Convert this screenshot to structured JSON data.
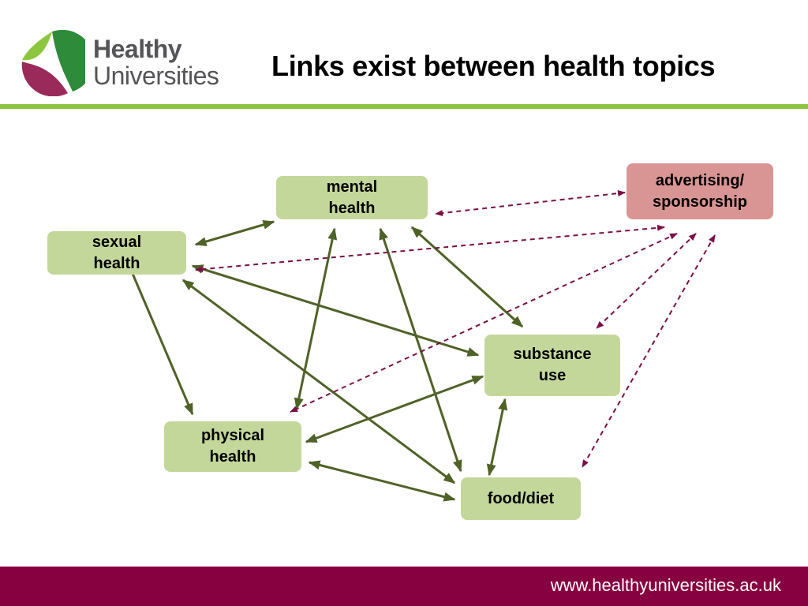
{
  "header": {
    "brand_line1": "Healthy",
    "brand_line2": "Universities",
    "title": "Links exist between health topics",
    "logo_icon": "healthy-universities-leaf-logo"
  },
  "diagram": {
    "nodes": [
      {
        "id": "mental",
        "label": "mental\nhealth",
        "kind": "topic"
      },
      {
        "id": "sexual",
        "label": "sexual\nhealth",
        "kind": "topic"
      },
      {
        "id": "substance",
        "label": "substance\nuse",
        "kind": "topic"
      },
      {
        "id": "physical",
        "label": "physical\nhealth",
        "kind": "topic"
      },
      {
        "id": "food",
        "label": "food/diet",
        "kind": "topic"
      },
      {
        "id": "advertising",
        "label": "advertising/\nsponsorship",
        "kind": "external"
      }
    ],
    "links": [
      {
        "from": "sexual",
        "to": "mental",
        "style": "solid"
      },
      {
        "from": "mental",
        "to": "physical",
        "style": "solid"
      },
      {
        "from": "mental",
        "to": "food",
        "style": "solid"
      },
      {
        "from": "mental",
        "to": "substance",
        "style": "solid"
      },
      {
        "from": "sexual",
        "to": "substance",
        "style": "solid"
      },
      {
        "from": "sexual",
        "to": "physical",
        "style": "solid"
      },
      {
        "from": "sexual",
        "to": "food",
        "style": "solid"
      },
      {
        "from": "substance",
        "to": "physical",
        "style": "solid"
      },
      {
        "from": "substance",
        "to": "food",
        "style": "solid"
      },
      {
        "from": "physical",
        "to": "food",
        "style": "solid"
      },
      {
        "from": "advertising",
        "to": "mental",
        "style": "dashed"
      },
      {
        "from": "advertising",
        "to": "sexual",
        "style": "dashed"
      },
      {
        "from": "advertising",
        "to": "physical",
        "style": "dashed"
      },
      {
        "from": "advertising",
        "to": "substance",
        "style": "dashed"
      },
      {
        "from": "advertising",
        "to": "food",
        "style": "dashed"
      }
    ],
    "colors": {
      "topic_fill": "#c4d79b",
      "external_fill": "#d99593",
      "solid_arrow": "#4f6228",
      "dashed_arrow": "#7b1045"
    }
  },
  "footer": {
    "url": "www.healthyuniversities.ac.uk",
    "bar_color": "#87003f",
    "rule_color": "#8cc63f"
  }
}
